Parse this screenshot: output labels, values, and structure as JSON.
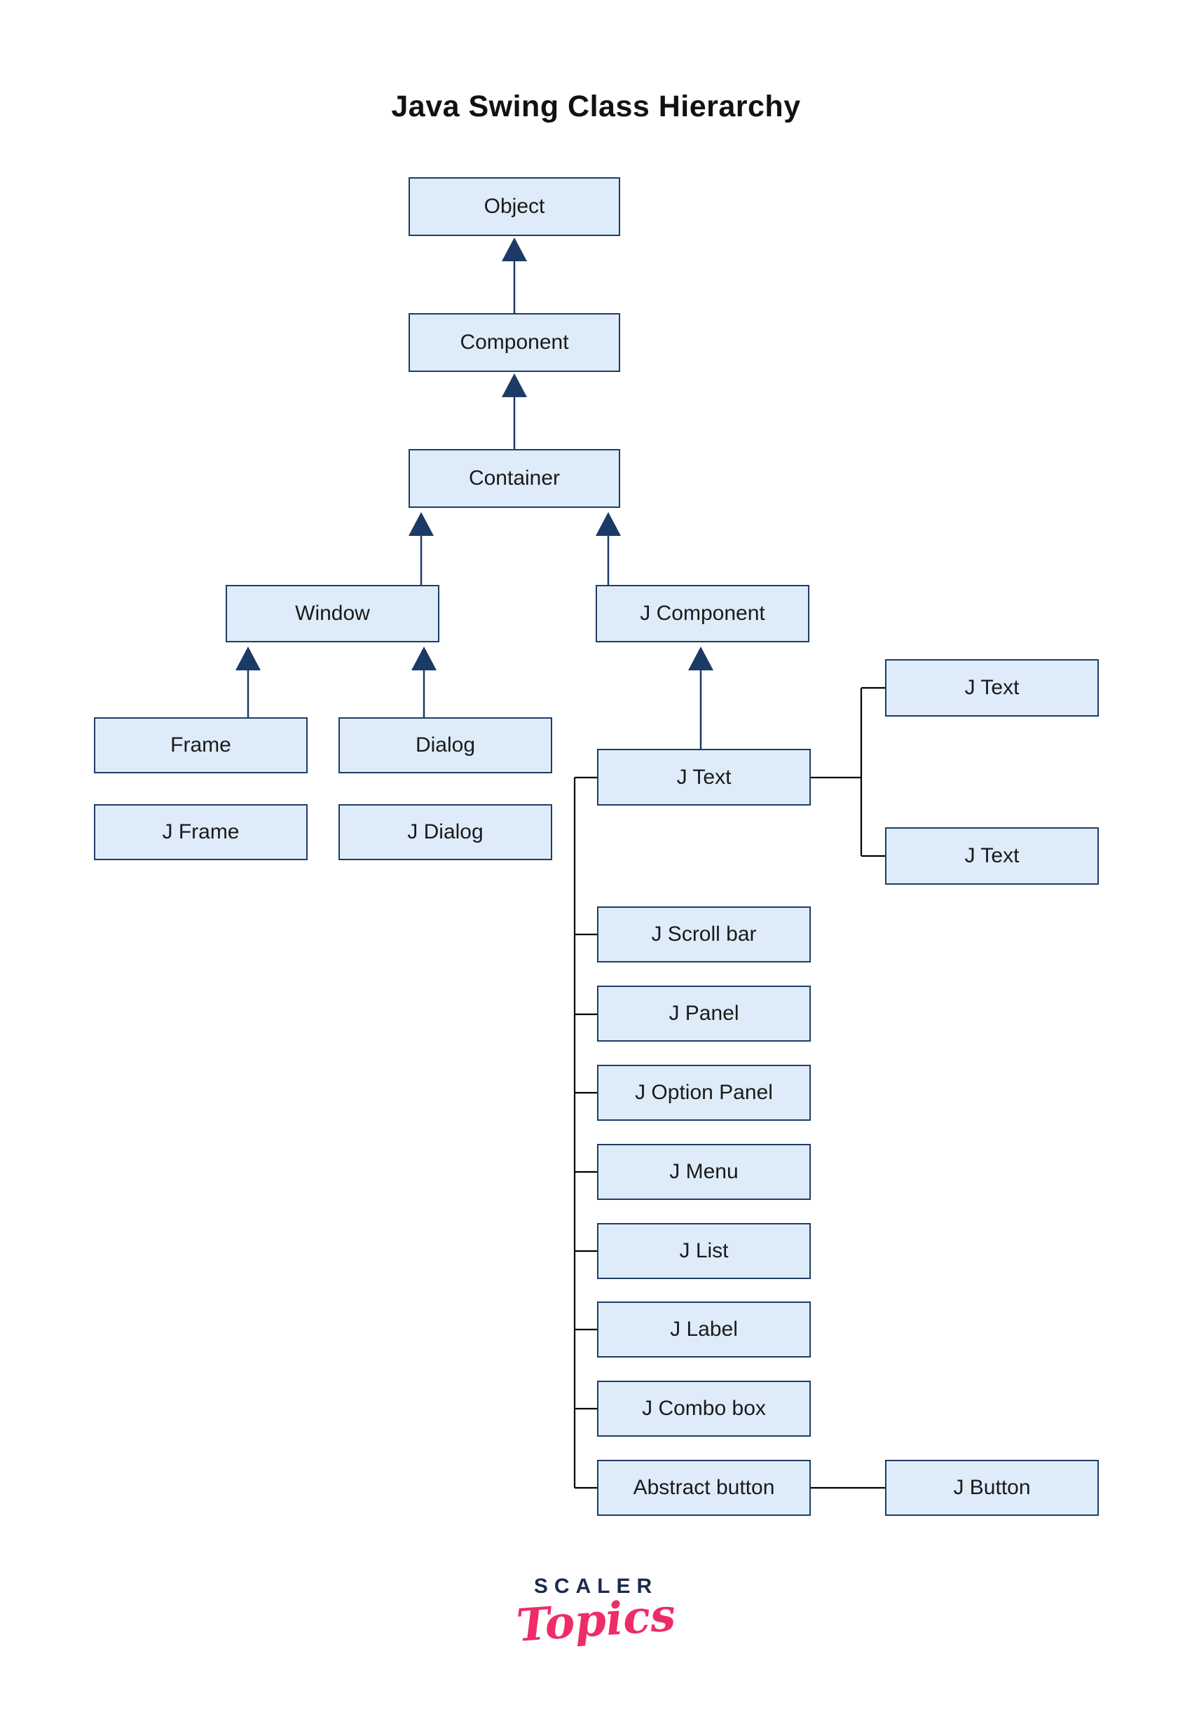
{
  "title": "Java Swing Class Hierarchy",
  "nodes": {
    "object": {
      "label": "Object"
    },
    "component": {
      "label": "Component"
    },
    "container": {
      "label": "Container"
    },
    "window": {
      "label": "Window"
    },
    "jcomponent": {
      "label": "J Component"
    },
    "frame": {
      "label": "Frame"
    },
    "dialog": {
      "label": "Dialog"
    },
    "jframe": {
      "label": "J Frame"
    },
    "jdialog": {
      "label": "J Dialog"
    },
    "jtext_mid": {
      "label": "J Text"
    },
    "jtext_top": {
      "label": "J Text"
    },
    "jtext_bottom": {
      "label": "J Text"
    },
    "jscrollbar": {
      "label": "J Scroll bar"
    },
    "jpanel": {
      "label": "J Panel"
    },
    "joptionpanel": {
      "label": "J Option Panel"
    },
    "jmenu": {
      "label": "J Menu"
    },
    "jlist": {
      "label": "J List"
    },
    "jlabel": {
      "label": "J Label"
    },
    "jcombobox": {
      "label": "J Combo box"
    },
    "abstractbutton": {
      "label": "Abstract button"
    },
    "jbutton": {
      "label": "J Button"
    }
  },
  "edges": [
    {
      "from": "component",
      "to": "object",
      "style": "arrow"
    },
    {
      "from": "container",
      "to": "component",
      "style": "arrow"
    },
    {
      "from": "window",
      "to": "container",
      "style": "arrow"
    },
    {
      "from": "jcomponent",
      "to": "container",
      "style": "arrow"
    },
    {
      "from": "frame",
      "to": "window",
      "style": "arrow"
    },
    {
      "from": "dialog",
      "to": "window",
      "style": "arrow"
    },
    {
      "from": "jtext_mid",
      "to": "jcomponent",
      "style": "arrow"
    },
    {
      "from": "jtext_mid",
      "to": "jtext_top",
      "style": "line"
    },
    {
      "from": "jtext_mid",
      "to": "jtext_bottom",
      "style": "line"
    },
    {
      "from": "jtext_mid",
      "to": "jscrollbar",
      "style": "line"
    },
    {
      "from": "jtext_mid",
      "to": "jpanel",
      "style": "line"
    },
    {
      "from": "jtext_mid",
      "to": "joptionpanel",
      "style": "line"
    },
    {
      "from": "jtext_mid",
      "to": "jmenu",
      "style": "line"
    },
    {
      "from": "jtext_mid",
      "to": "jlist",
      "style": "line"
    },
    {
      "from": "jtext_mid",
      "to": "jlabel",
      "style": "line"
    },
    {
      "from": "jtext_mid",
      "to": "jcombobox",
      "style": "line"
    },
    {
      "from": "jtext_mid",
      "to": "abstractbutton",
      "style": "line"
    },
    {
      "from": "abstractbutton",
      "to": "jbutton",
      "style": "line"
    }
  ],
  "colors": {
    "box_fill": "#deecfa",
    "box_border": "#1f3c66",
    "arrow": "#1b3a66",
    "connector_line": "#000000",
    "logo_brand": "#1b2b4b",
    "logo_accent": "#ee2c67"
  },
  "logo": {
    "brand": "SCALER",
    "sub": "Topics"
  }
}
